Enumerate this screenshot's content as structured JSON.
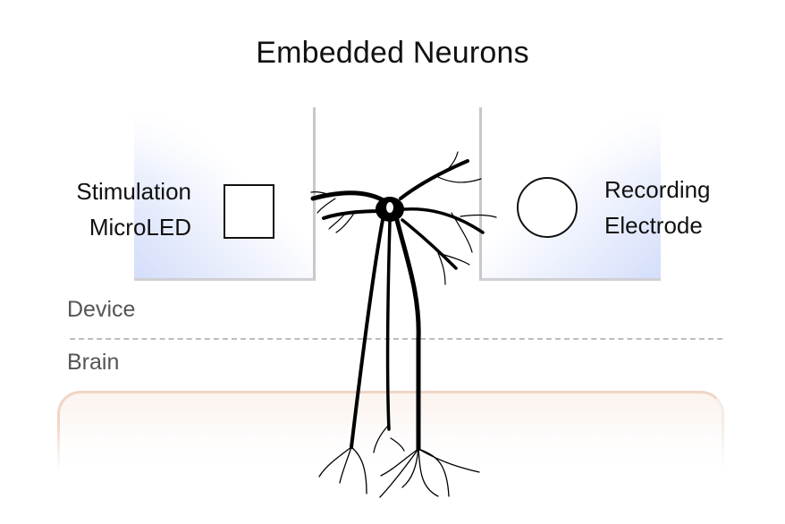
{
  "title": "Embedded Neurons",
  "stimulation": {
    "line1": "Stimulation",
    "line2": "MicroLED"
  },
  "recording": {
    "line1": "Recording",
    "line2": "Electrode"
  },
  "layers": {
    "device": "Device",
    "brain": "Brain"
  },
  "colors": {
    "panel_gradient": "#d2dcfa",
    "panel_edge": "#c8c8cc",
    "brain_edge": "#f0d5c6",
    "brain_fill": "#fcf3ee",
    "divider": "#bdbdbd",
    "neuron": "#000000"
  },
  "icons": {
    "stimulation": "square-led-icon",
    "recording": "circle-electrode-icon",
    "cell": "neuron-icon"
  }
}
